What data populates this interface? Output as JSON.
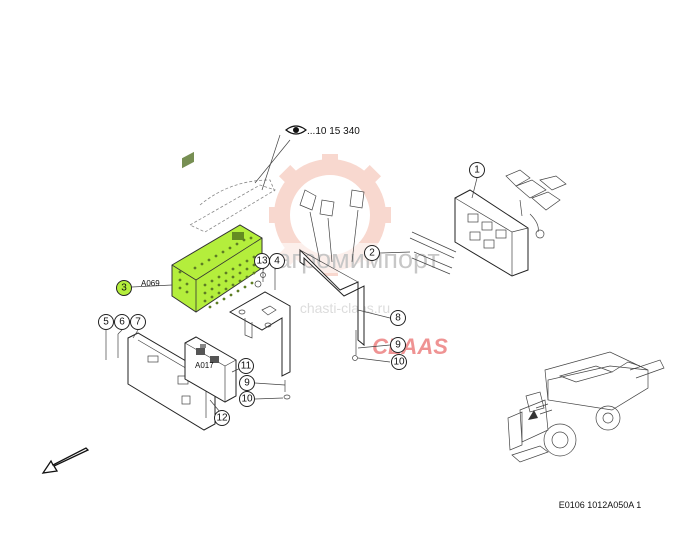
{
  "reference": "...10 15 340",
  "watermark": {
    "site": "chasti-claas.ru",
    "brand": "CLAAS",
    "company": "агромимпорт"
  },
  "components": {
    "a069": "A069",
    "a017": "A017"
  },
  "callouts": [
    "1",
    "2",
    "3",
    "4",
    "5",
    "6",
    "7",
    "8",
    "9",
    "10",
    "11",
    "12",
    "13",
    "9",
    "10"
  ],
  "highlight_color": "#b4ee3c",
  "drawing_code": "E0106 1012A050A 1"
}
